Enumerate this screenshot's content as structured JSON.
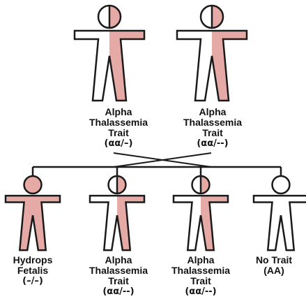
{
  "colors": {
    "affected": "#e5aaa6",
    "unaffected": "#ffffff",
    "outline": "#1a1a1a",
    "line": "#1a1a1a"
  },
  "parents": [
    {
      "status": "carrier",
      "lines": [
        "Alpha",
        "Thalassemia",
        "Trait",
        "(αα/–)"
      ]
    },
    {
      "status": "carrier",
      "lines": [
        "Alpha",
        "Thalassemia",
        "Trait",
        "(αα/--)"
      ]
    }
  ],
  "children": [
    {
      "status": "affected",
      "lines": [
        "Hydrops",
        "Fetalis",
        "(–/–)"
      ]
    },
    {
      "status": "carrier",
      "lines": [
        "Alpha",
        "Thalassemia",
        "Trait",
        "(αα/--)"
      ]
    },
    {
      "status": "carrier",
      "lines": [
        "Alpha",
        "Thalassemia",
        "Trait",
        "(αα/--)"
      ]
    },
    {
      "status": "unaffected",
      "lines": [
        "No Trait",
        "(AA)"
      ]
    }
  ]
}
